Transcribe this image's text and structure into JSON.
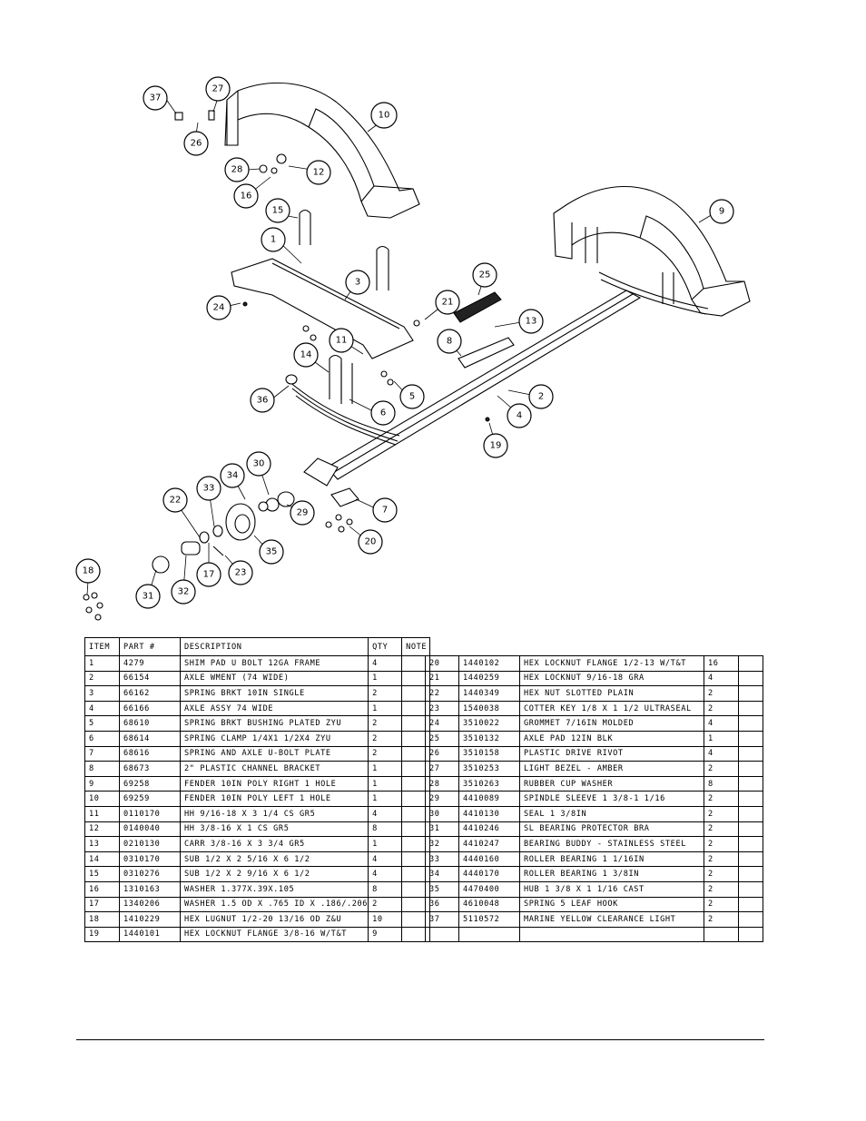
{
  "diagram": {
    "callouts": [
      "1",
      "2",
      "3",
      "4",
      "5",
      "6",
      "7",
      "8",
      "9",
      "10",
      "11",
      "12",
      "13",
      "14",
      "15",
      "16",
      "17",
      "18",
      "19",
      "20",
      "21",
      "22",
      "23",
      "24",
      "25",
      "26",
      "27",
      "28",
      "29",
      "30",
      "31",
      "32",
      "33",
      "34",
      "35",
      "36",
      "37"
    ]
  },
  "table": {
    "headers": [
      "ITEM",
      "PART #",
      "DESCRIPTION",
      "QTY",
      "NOTE"
    ],
    "left_rows": [
      [
        "1",
        "4279",
        "SHIM PAD   U BOLT 12GA FRAME",
        "4",
        ""
      ],
      [
        "2",
        "66154",
        "AXLE WMENT (74 WIDE)",
        "1",
        ""
      ],
      [
        "3",
        "66162",
        "SPRING BRKT  10IN SINGLE",
        "2",
        ""
      ],
      [
        "4",
        "66166",
        "AXLE ASSY 74 WIDE",
        "1",
        ""
      ],
      [
        "5",
        "68610",
        "SPRING BRKT BUSHING PLATED ZYU",
        "2",
        ""
      ],
      [
        "6",
        "68614",
        "SPRING CLAMP   1/4X1 1/2X4  ZYU",
        "2",
        ""
      ],
      [
        "7",
        "68616",
        "SPRING AND AXLE U-BOLT PLATE",
        "2",
        ""
      ],
      [
        "8",
        "68673",
        "2\" PLASTIC CHANNEL BRACKET",
        "1",
        ""
      ],
      [
        "9",
        "69258",
        "FENDER  10IN POLY RIGHT 1 HOLE",
        "1",
        ""
      ],
      [
        "10",
        "69259",
        "FENDER  10IN POLY LEFT 1 HOLE",
        "1",
        ""
      ],
      [
        "11",
        "0110170",
        "HH 9/16-18 X 3 1/4 CS GR5",
        "4",
        ""
      ],
      [
        "12",
        "0140040",
        "HH 3/8-16 X 1 CS GR5",
        "8",
        ""
      ],
      [
        "13",
        "0210130",
        "CARR 3/8-16 X 3 3/4 GR5",
        "1",
        ""
      ],
      [
        "14",
        "0310170",
        "SUB 1/2 X 2 5/16 X 6 1/2",
        "4",
        ""
      ],
      [
        "15",
        "0310276",
        "SUB 1/2 X 2 9/16 X 6 1/2",
        "4",
        ""
      ],
      [
        "16",
        "1310163",
        "WASHER 1.377X.39X.105",
        "8",
        ""
      ],
      [
        "17",
        "1340206",
        "WASHER 1.5 OD X .765 ID X .186/.206",
        "2",
        ""
      ],
      [
        "18",
        "1410229",
        "HEX LUGNUT 1/2-20 13/16 OD Z&U",
        "10",
        ""
      ],
      [
        "19",
        "1440101",
        "HEX LOCKNUT FLANGE 3/8-16 W/T&T",
        "9",
        ""
      ]
    ],
    "right_rows": [
      [
        "20",
        "1440102",
        "HEX LOCKNUT FLANGE 1/2-13 W/T&T",
        "16",
        ""
      ],
      [
        "21",
        "1440259",
        "HEX LOCKNUT 9/16-18 GRA",
        "4",
        ""
      ],
      [
        "22",
        "1440349",
        "HEX NUT SLOTTED PLAIN",
        "2",
        ""
      ],
      [
        "23",
        "1540038",
        "COTTER KEY 1/8 X 1 1/2 ULTRASEAL",
        "2",
        ""
      ],
      [
        "24",
        "3510022",
        "GROMMET  7/16IN MOLDED",
        "4",
        ""
      ],
      [
        "25",
        "3510132",
        "AXLE PAD 12IN  BLK",
        "1",
        ""
      ],
      [
        "26",
        "3510158",
        "PLASTIC DRIVE RIVOT",
        "4",
        ""
      ],
      [
        "27",
        "3510253",
        "LIGHT BEZEL - AMBER",
        "2",
        ""
      ],
      [
        "28",
        "3510263",
        "RUBBER CUP WASHER",
        "8",
        ""
      ],
      [
        "29",
        "4410089",
        "SPINDLE SLEEVE  1 3/8-1 1/16",
        "2",
        ""
      ],
      [
        "30",
        "4410130",
        "SEAL  1 3/8IN",
        "2",
        ""
      ],
      [
        "31",
        "4410246",
        "SL BEARING PROTECTOR BRA",
        "2",
        ""
      ],
      [
        "32",
        "4410247",
        "BEARING BUDDY - STAINLESS STEEL",
        "2",
        ""
      ],
      [
        "33",
        "4440160",
        "ROLLER BEARING   1 1/16IN",
        "2",
        ""
      ],
      [
        "34",
        "4440170",
        "ROLLER BEARING   1 3/8IN",
        "2",
        ""
      ],
      [
        "35",
        "4470400",
        "HUB  1 3/8 X 1 1/16 CAST",
        "2",
        ""
      ],
      [
        "36",
        "4610048",
        "SPRING  5 LEAF HOOK",
        "2",
        ""
      ],
      [
        "37",
        "5110572",
        "MARINE YELLOW CLEARANCE LIGHT",
        "2",
        ""
      ],
      [
        "",
        "",
        "",
        "",
        ""
      ]
    ]
  }
}
